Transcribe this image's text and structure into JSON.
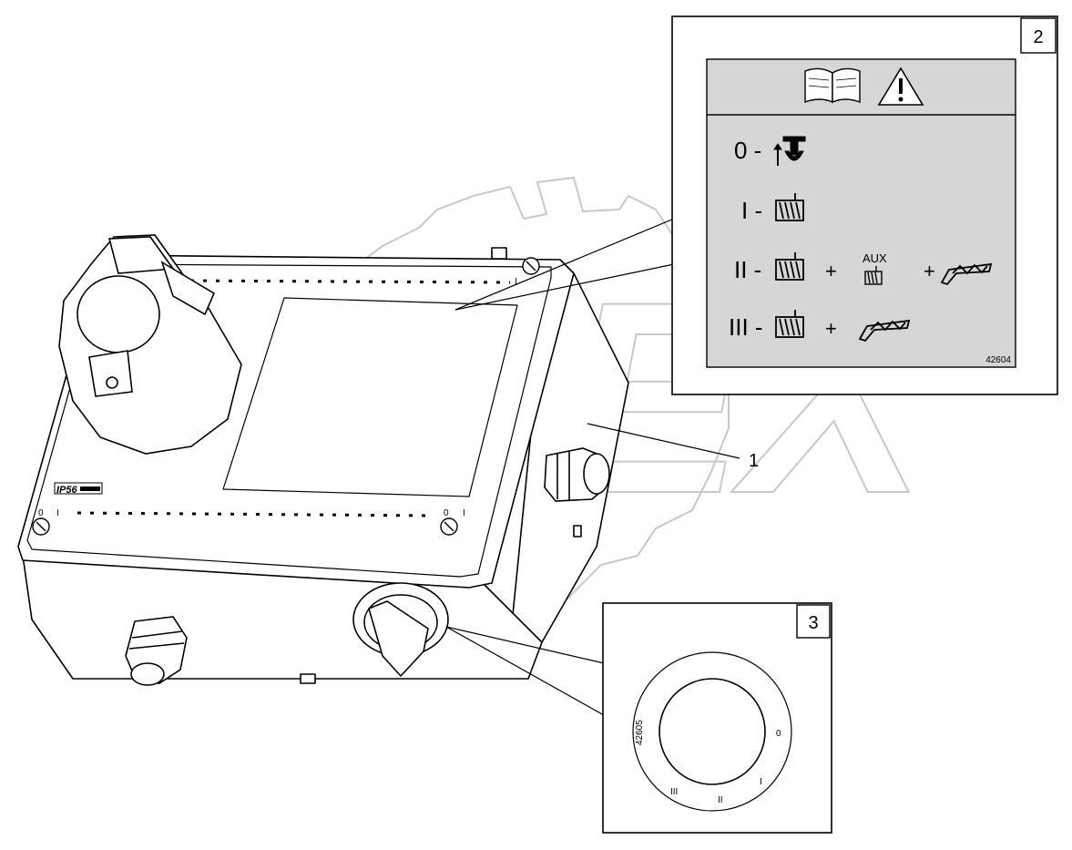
{
  "watermark": {
    "text": "OPEX",
    "color": "#c8c8c8"
  },
  "colors": {
    "line": "#000000",
    "label_panel": "#d6d6d6"
  },
  "callouts": {
    "c1": "1",
    "c2": "2",
    "c3": "3"
  },
  "box": {
    "badge": "IP56",
    "markers": {
      "left_o": "0",
      "left_i": "I",
      "right_o": "0",
      "right_i": "I",
      "top_i": "I"
    }
  },
  "label_plate": {
    "icons": [
      "manual-book-icon",
      "warning-triangle-icon"
    ],
    "rows": [
      {
        "prefix": "0 -",
        "icons": [
          "hook-lift-icon"
        ],
        "extra": []
      },
      {
        "prefix": "I -",
        "icons": [
          "winch-drum-icon"
        ],
        "extra": []
      },
      {
        "prefix": "II -",
        "icons": [
          "winch-drum-icon",
          "aux-winch-icon",
          "boom-icon"
        ],
        "extra": [
          "+",
          "AUX",
          "+"
        ]
      },
      {
        "prefix": "III -",
        "icons": [
          "winch-drum-icon",
          "boom-icon"
        ],
        "extra": [
          "+"
        ]
      }
    ],
    "code": "42604"
  },
  "dial": {
    "code": "42605",
    "positions": {
      "p0": "0",
      "p1": "I",
      "p2": "II",
      "p3": "III"
    }
  }
}
